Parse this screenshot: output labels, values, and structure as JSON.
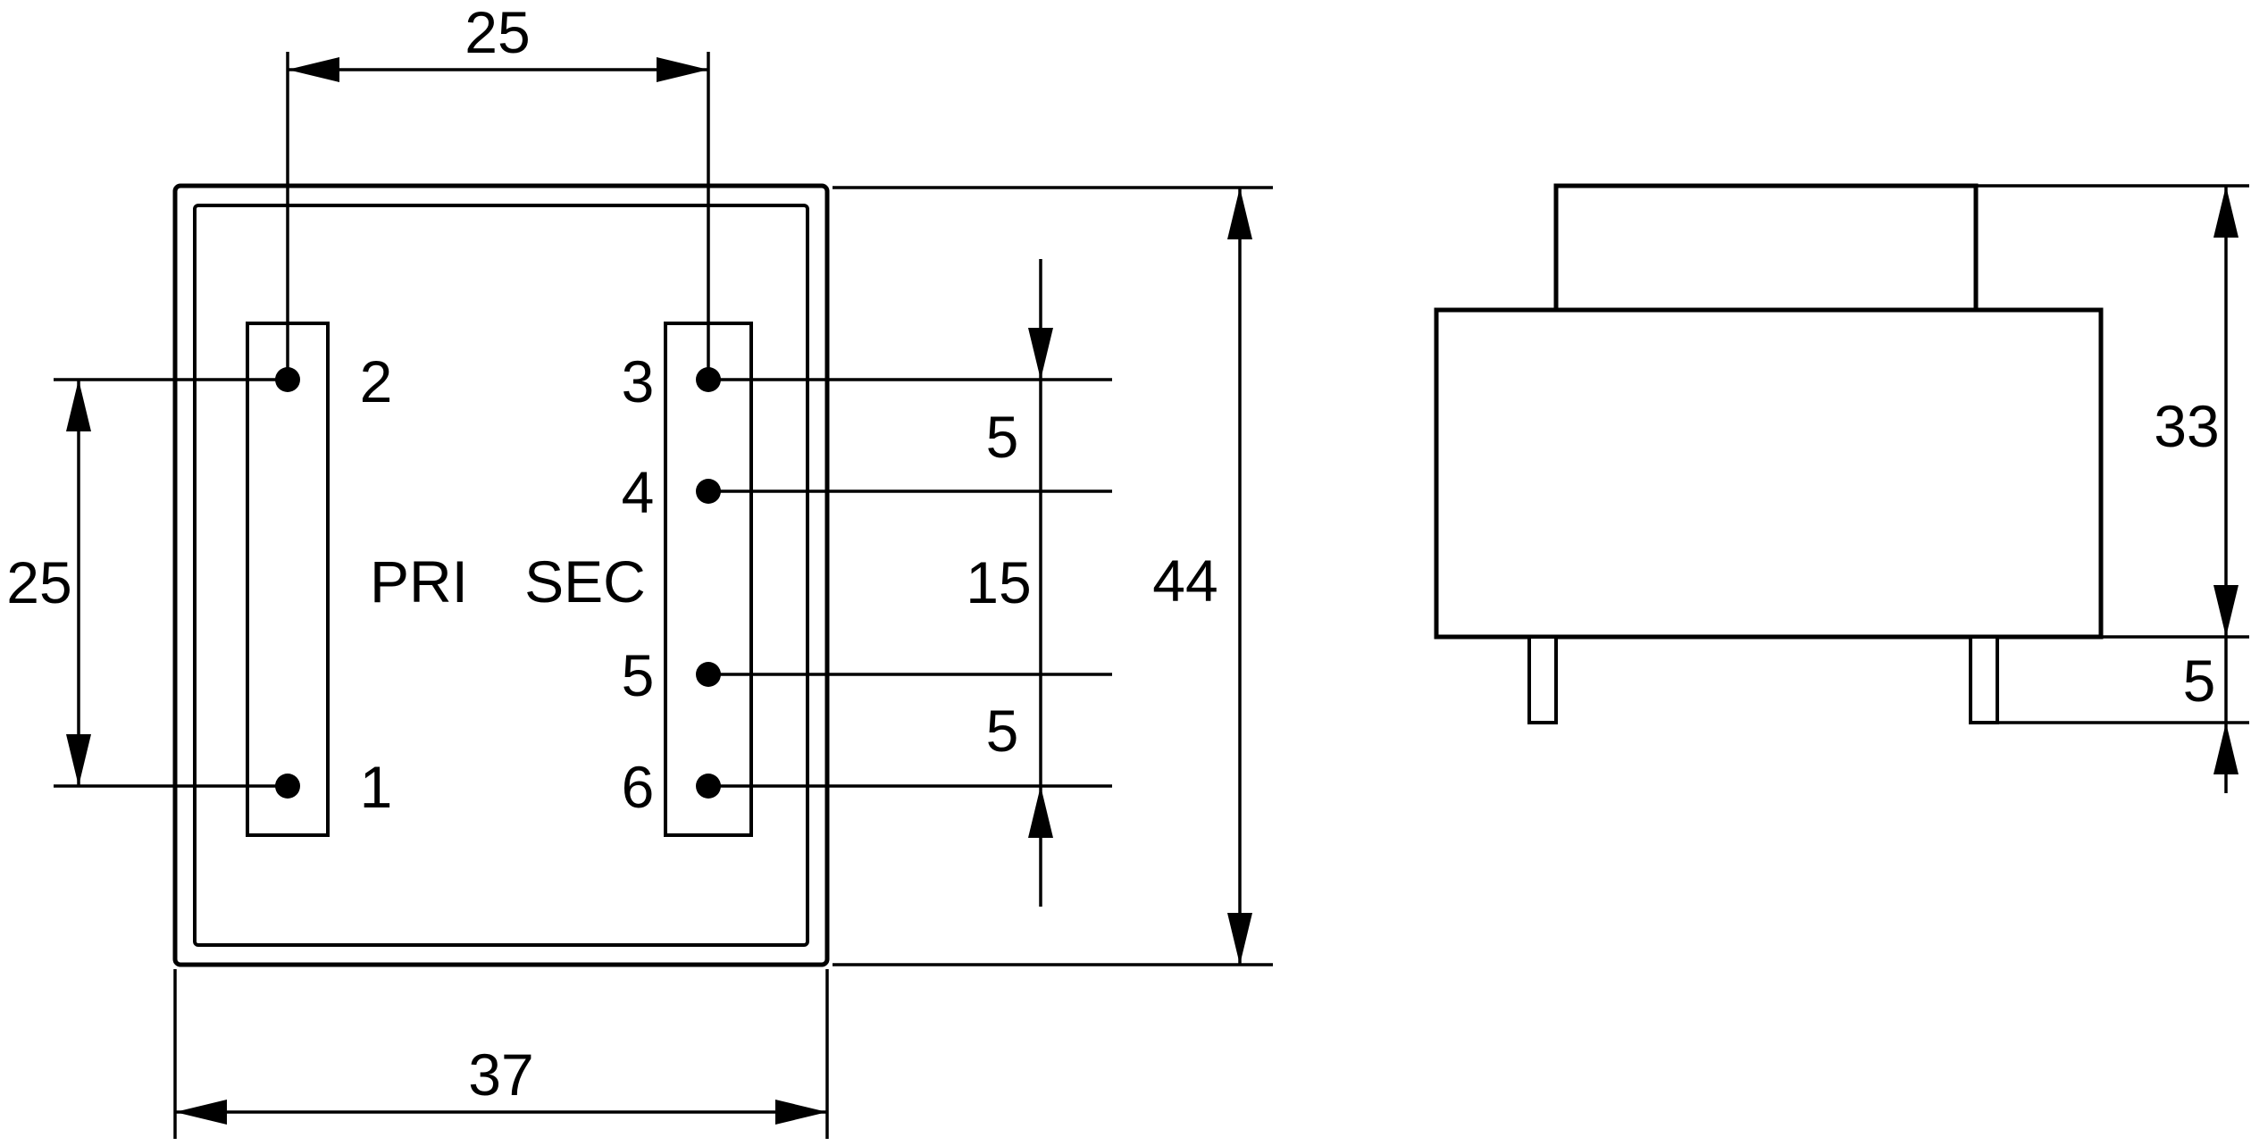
{
  "drawing": {
    "description": "PCB transformer dimensional drawing, top view and side view",
    "colors": {
      "line": "#000000",
      "background": "#ffffff"
    },
    "top_view": {
      "pri_label": "PRI",
      "sec_label": "SEC",
      "pin_labels": {
        "p1": "1",
        "p2": "2",
        "p3": "3",
        "p4": "4",
        "p5": "5",
        "p6": "6"
      },
      "dims": {
        "pin_column_spacing": "25",
        "pri_pin_pitch": "25",
        "body_width": "37",
        "body_height": "44",
        "sec_pitch_3_4": "5",
        "sec_pitch_4_5": "15",
        "sec_pitch_5_6": "5"
      }
    },
    "side_view": {
      "dims": {
        "height": "33",
        "pin_length": "5"
      }
    }
  }
}
